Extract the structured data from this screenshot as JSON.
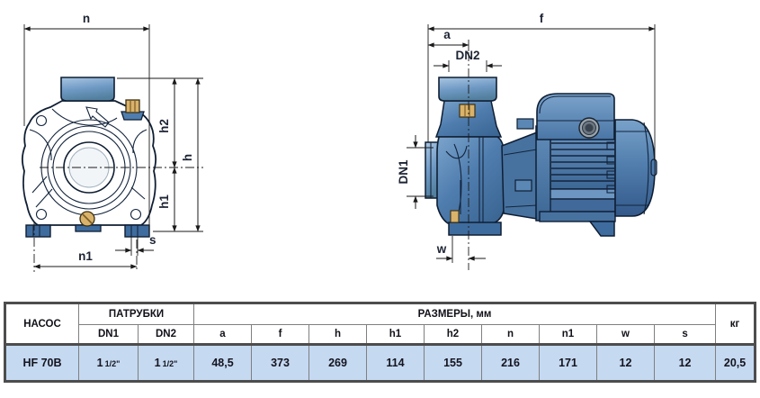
{
  "drawings": {
    "front": {
      "labels": {
        "n": "n",
        "h2": "h2",
        "h": "h",
        "h1": "h1",
        "s": "s",
        "n1": "n1"
      }
    },
    "side": {
      "labels": {
        "f": "f",
        "a": "a",
        "dn2": "DN2",
        "dn1": "DN1",
        "w": "w"
      }
    }
  },
  "table": {
    "header": {
      "pump": "НАСОС",
      "ports": "ПАТРУБКИ",
      "dims": "РАЗМЕРЫ, мм",
      "weight": "кг",
      "cols": [
        "DN1",
        "DN2",
        "a",
        "f",
        "h",
        "h1",
        "h2",
        "n",
        "n1",
        "w",
        "s"
      ]
    },
    "row": {
      "model": "HF 70B",
      "dn1": {
        "whole": "1",
        "frac": "1/2\""
      },
      "dn2": {
        "whole": "1",
        "frac": "1/2\""
      },
      "a": "48,5",
      "f": "373",
      "h": "269",
      "h1": "114",
      "h2": "155",
      "n": "216",
      "n1": "171",
      "w": "12",
      "s": "12",
      "kg": "20,5"
    }
  },
  "colors": {
    "pump_blue": "#4f7dae",
    "pump_blue_light": "#8fb3d8",
    "pump_blue_dark": "#35608f",
    "outline": "#0f1e33",
    "brass": "#d9b36b",
    "dimension_line": "#1a1a1a",
    "table_row_bg": "#c5d9f1",
    "table_border_outer": "#4d4d4d",
    "table_border_inner": "#7f7f7f"
  }
}
